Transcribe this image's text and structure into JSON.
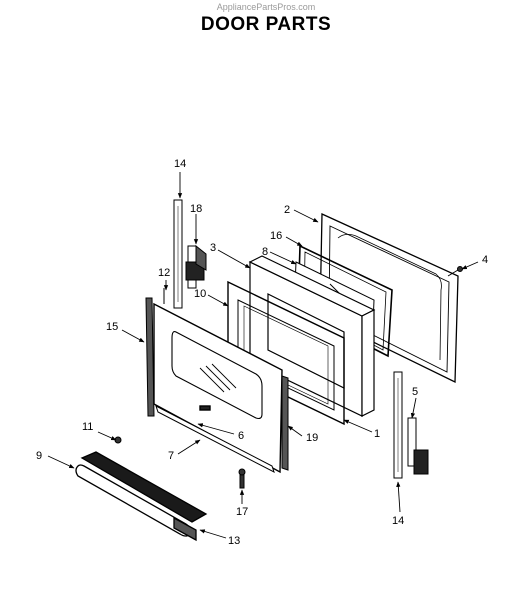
{
  "watermark": "AppliancePartsPros.com",
  "title": "DOOR PARTS",
  "callouts": {
    "c14_top": "14",
    "c18": "18",
    "c2": "2",
    "c16": "16",
    "c3": "3",
    "c8": "8",
    "c4": "4",
    "c12": "12",
    "c10": "10",
    "c15": "15",
    "c5": "5",
    "c1": "1",
    "c6": "6",
    "c19": "19",
    "c11": "11",
    "c7": "7",
    "c9": "9",
    "c17": "17",
    "c13": "13",
    "c14_bottom": "14"
  }
}
